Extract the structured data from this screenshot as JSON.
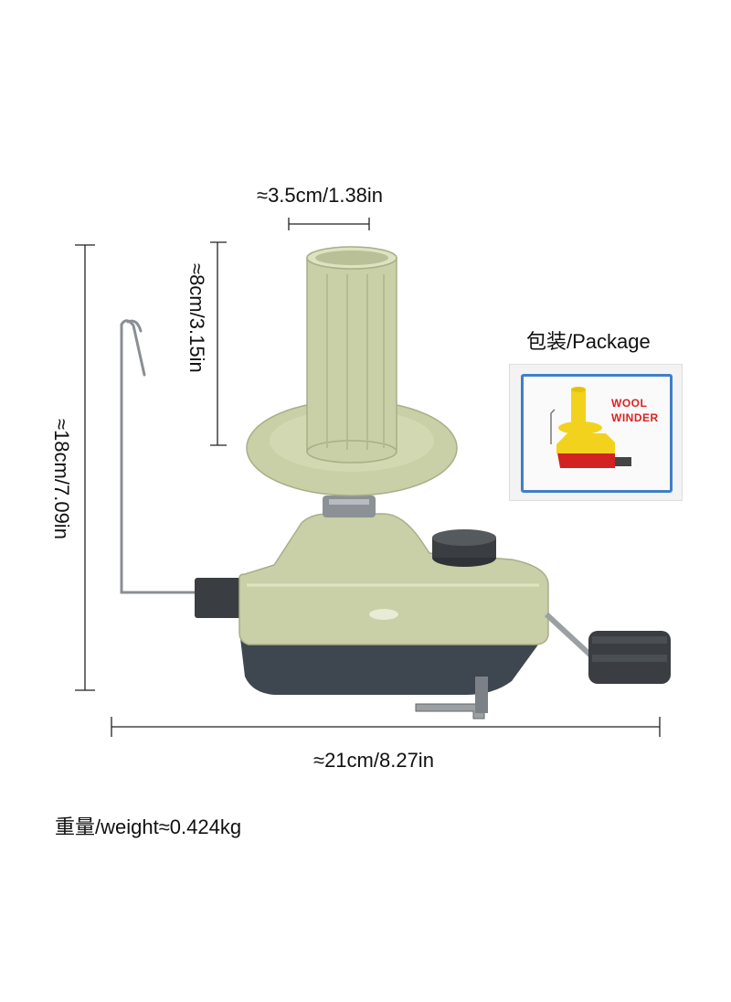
{
  "dimensions": {
    "top_width": "≈3.5cm/1.38in",
    "core_height": "≈8cm/3.15in",
    "total_height": "≈18cm/7.09in",
    "total_width": "≈21cm/8.27in"
  },
  "weight": "重量/weight≈0.424kg",
  "package": {
    "label": "包装/Package",
    "box_text_line1": "WOOL",
    "box_text_line2": "WINDER"
  },
  "colors": {
    "body_green": "#c9cfa6",
    "base_dark": "#3e4650",
    "knob_dark": "#3a3e42",
    "box_border": "#3f7fc8",
    "box_red": "#d22222",
    "box_yellow": "#f2d21c"
  }
}
